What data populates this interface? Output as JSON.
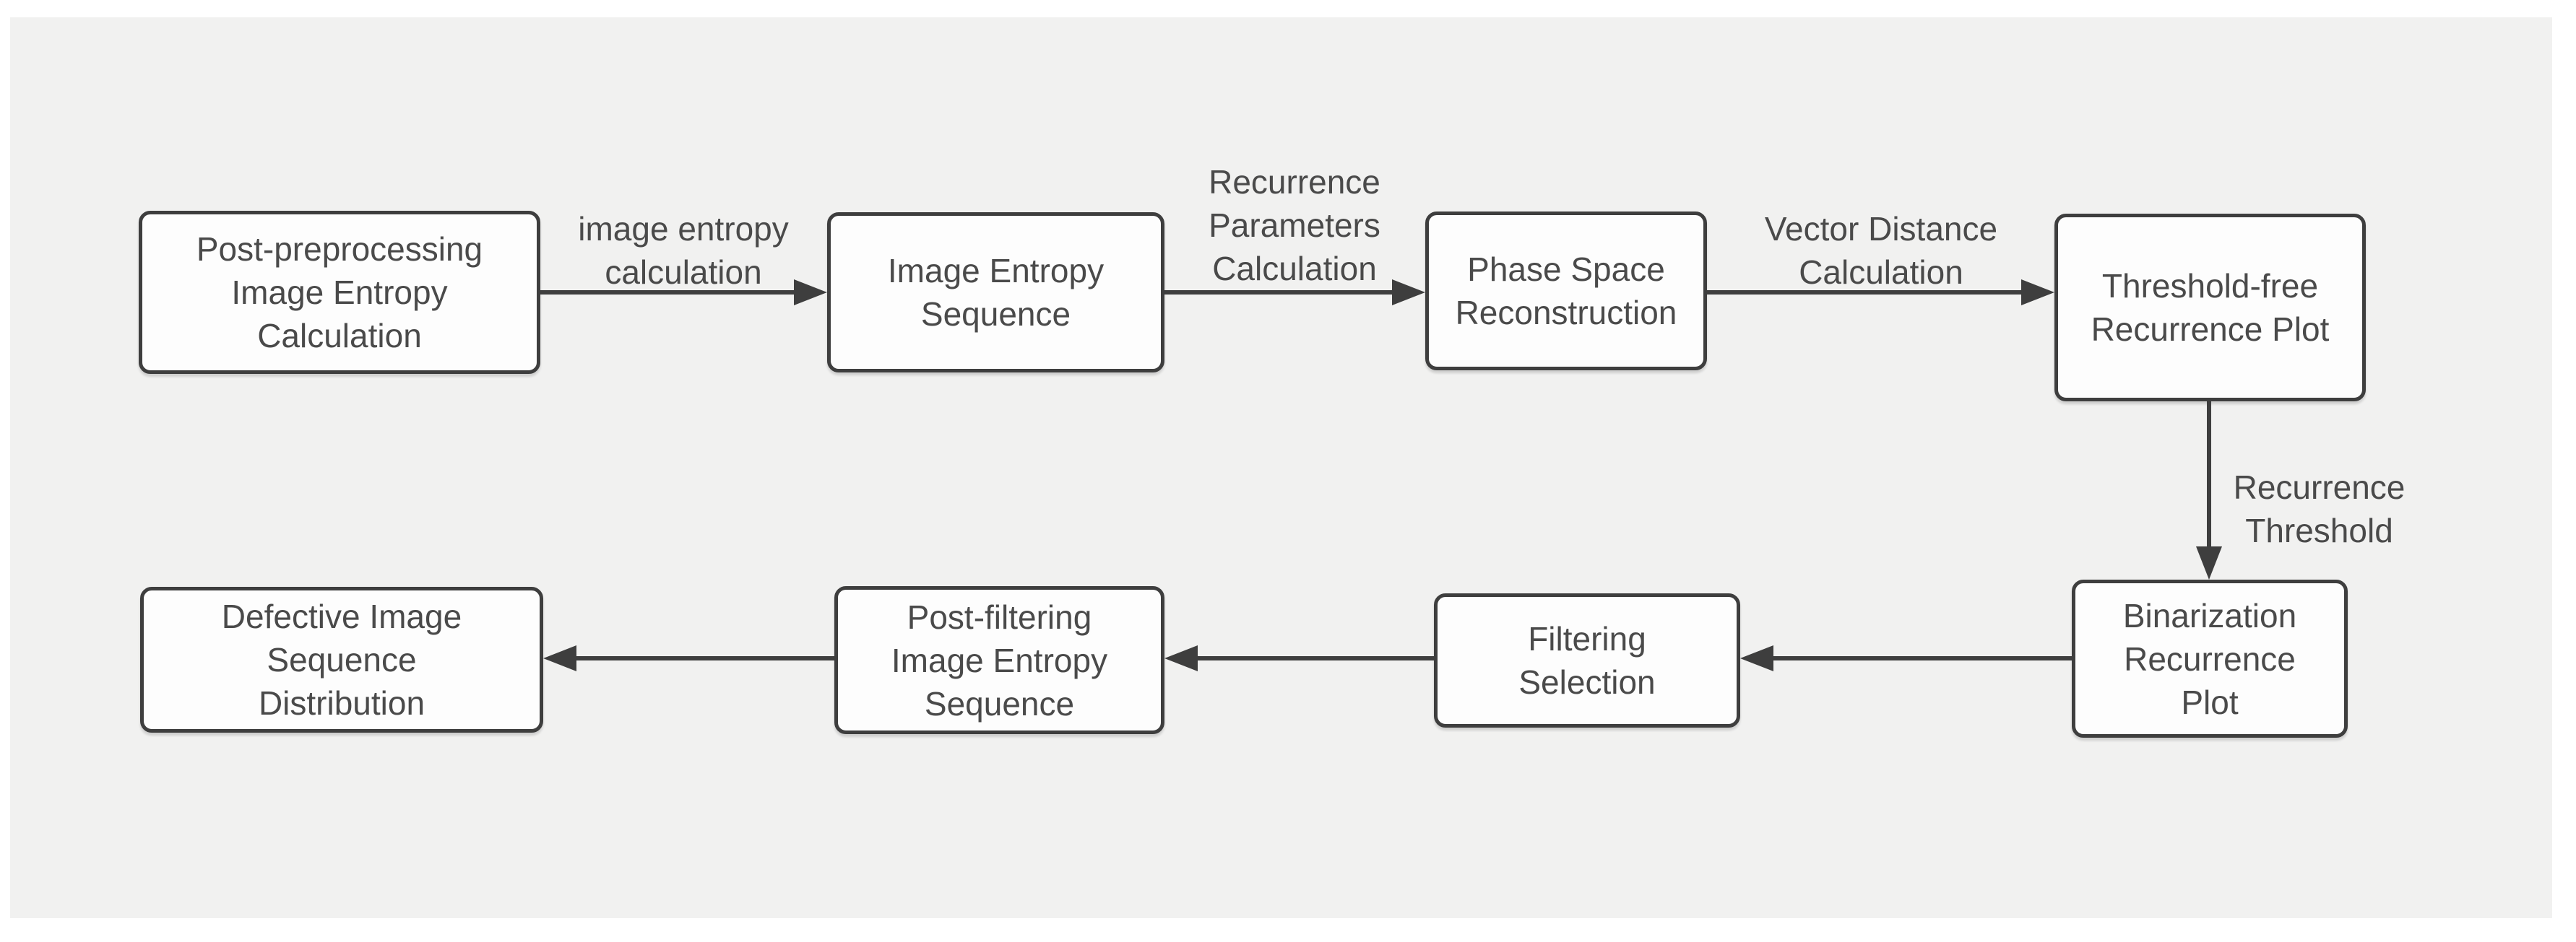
{
  "colors": {
    "page_bg": "#ffffff",
    "panel_bg": "#f1f1f0",
    "node_fill": "#fdfdfd",
    "stroke": "#3e3e3e",
    "text": "#4a4a4a"
  },
  "nodes": [
    {
      "id": "post-preprocessing-image-entropy-calculation",
      "label": "Post-preprocessing\nImage Entropy\nCalculation"
    },
    {
      "id": "image-entropy-sequence",
      "label": "Image Entropy\nSequence"
    },
    {
      "id": "phase-space-reconstruction",
      "label": "Phase Space\nReconstruction"
    },
    {
      "id": "threshold-free-recurrence-plot",
      "label": "Threshold-free\nRecurrence Plot"
    },
    {
      "id": "binarization-recurrence-plot",
      "label": "Binarization\nRecurrence\nPlot"
    },
    {
      "id": "filtering-selection",
      "label": "Filtering\nSelection"
    },
    {
      "id": "post-filtering-image-entropy-sequence",
      "label": "Post-filtering\nImage Entropy\nSequence"
    },
    {
      "id": "defective-image-sequence-distribution",
      "label": "Defective Image\nSequence\nDistribution"
    }
  ],
  "edges": [
    {
      "from": "post-preprocessing-image-entropy-calculation",
      "to": "image-entropy-sequence",
      "label": "image entropy\ncalculation"
    },
    {
      "from": "image-entropy-sequence",
      "to": "phase-space-reconstruction",
      "label": "Recurrence\nParameters\nCalculation"
    },
    {
      "from": "phase-space-reconstruction",
      "to": "threshold-free-recurrence-plot",
      "label": "Vector Distance\nCalculation"
    },
    {
      "from": "threshold-free-recurrence-plot",
      "to": "binarization-recurrence-plot",
      "label": "Recurrence\nThreshold"
    },
    {
      "from": "binarization-recurrence-plot",
      "to": "filtering-selection",
      "label": ""
    },
    {
      "from": "filtering-selection",
      "to": "post-filtering-image-entropy-sequence",
      "label": ""
    },
    {
      "from": "post-filtering-image-entropy-sequence",
      "to": "defective-image-sequence-distribution",
      "label": ""
    }
  ]
}
